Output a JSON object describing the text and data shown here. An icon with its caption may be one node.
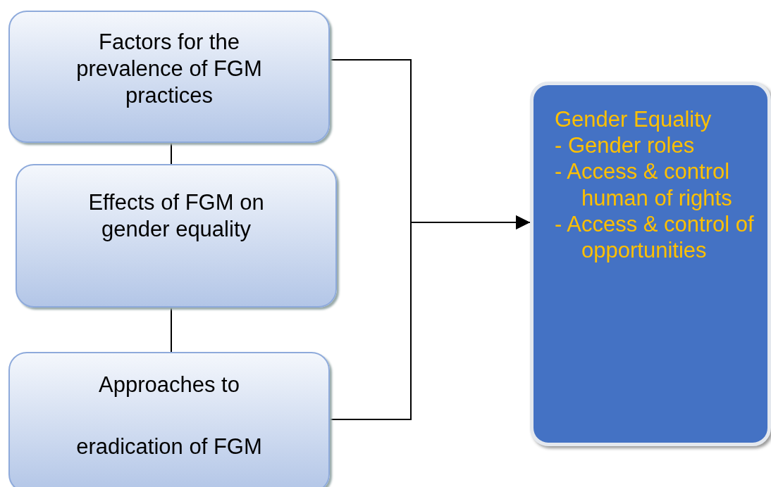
{
  "diagram": {
    "nodes": [
      {
        "text": [
          "Factors for the prevalence of FGM practices"
        ]
      },
      {
        "text": [
          "Effects of FGM on gender equality"
        ]
      },
      {
        "text": [
          "Approaches to",
          "eradication of FGM"
        ]
      },
      {
        "text": [
          "Gender Equality",
          "- Gender roles",
          "- Access & control human of rights",
          "- Access & control of opportunities"
        ]
      }
    ],
    "edges": [
      {
        "from": 0,
        "to": 3,
        "arrow": "to"
      },
      {
        "from": 2,
        "to": 3,
        "arrow": "to"
      },
      {
        "from": 0,
        "to": 1,
        "arrow": "none"
      },
      {
        "from": 1,
        "to": 2,
        "arrow": "none"
      }
    ]
  }
}
